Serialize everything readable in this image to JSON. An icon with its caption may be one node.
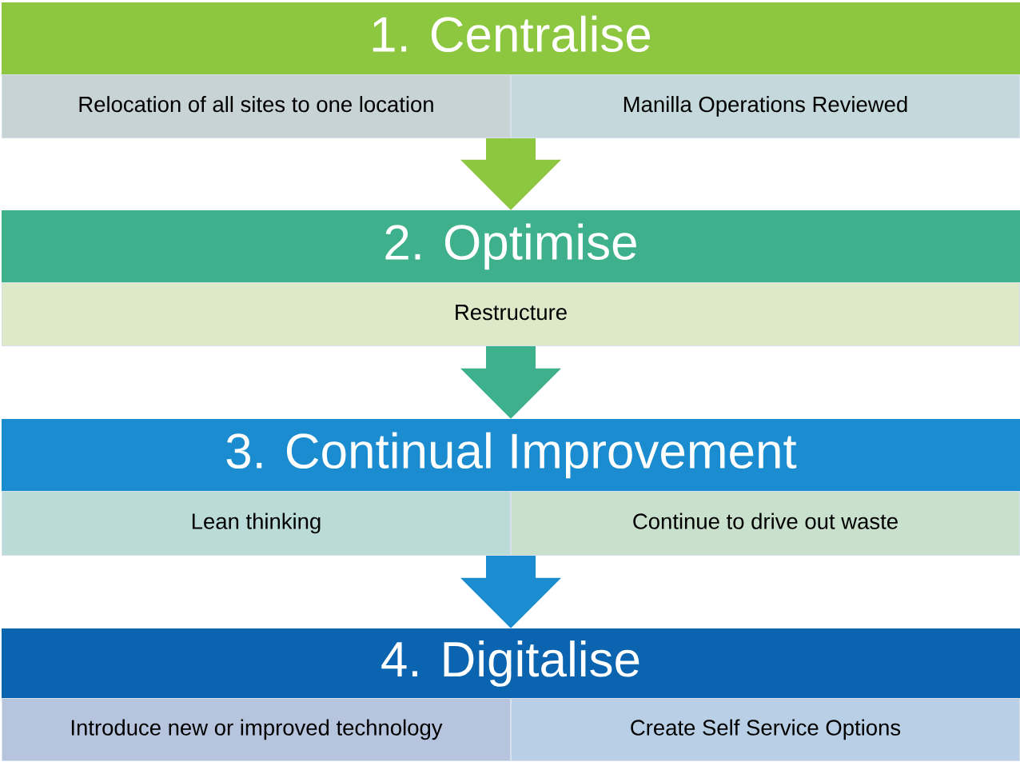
{
  "diagram": {
    "nodes": [
      {
        "text": [
          "1. Centralise"
        ]
      },
      {
        "text": [
          "Relocation of all sites to one location"
        ]
      },
      {
        "text": [
          "Manilla Operations Reviewed"
        ]
      },
      {
        "text": [
          "2. Optimise"
        ]
      },
      {
        "text": [
          "Restructure"
        ]
      },
      {
        "text": [
          "3. Continual Improvement"
        ]
      },
      {
        "text": [
          "Lean thinking"
        ]
      },
      {
        "text": [
          "Continue to drive out waste"
        ]
      },
      {
        "text": [
          "4. Digitalise"
        ]
      },
      {
        "text": [
          "Introduce new or improved technology"
        ]
      },
      {
        "text": [
          "Create Self Service Options"
        ]
      }
    ],
    "edges": [
      {
        "from": 1,
        "to": 3,
        "arrow": "to",
        "color": "#8dc63f"
      },
      {
        "from": 2,
        "to": 3,
        "arrow": "to",
        "color": "#8dc63f"
      },
      {
        "from": 4,
        "to": 5,
        "arrow": "to",
        "color": "#3eb08c"
      },
      {
        "from": 6,
        "to": 8,
        "arrow": "to",
        "color": "#1b8ccf"
      },
      {
        "from": 7,
        "to": 8,
        "arrow": "to",
        "color": "#1b8ccf"
      }
    ]
  }
}
